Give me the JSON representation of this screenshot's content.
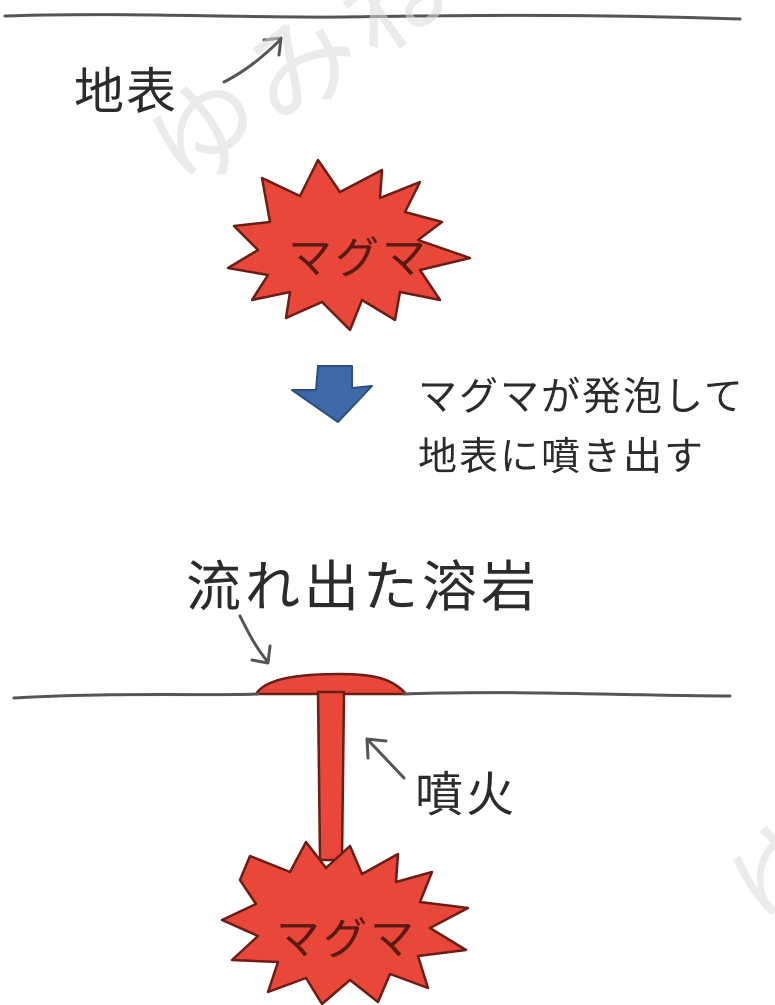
{
  "labels": {
    "surface": "地表",
    "magma_top": "マグマ",
    "caption_line1": "マグマが発泡して",
    "caption_line2": "地表に噴き出す",
    "flowing_lava": "流れ出た溶岩",
    "eruption": "噴火",
    "magma_bottom": "マグマ"
  },
  "watermark": {
    "top": "ゆみねこの絵",
    "bottom": "ゆみ"
  },
  "colors": {
    "magma_fill": "#e8473a",
    "magma_outline": "#6b1e16",
    "arrow_fill": "#3f69a6",
    "line": "#555555"
  },
  "icons": {
    "down_arrow": "down-arrow-icon"
  }
}
